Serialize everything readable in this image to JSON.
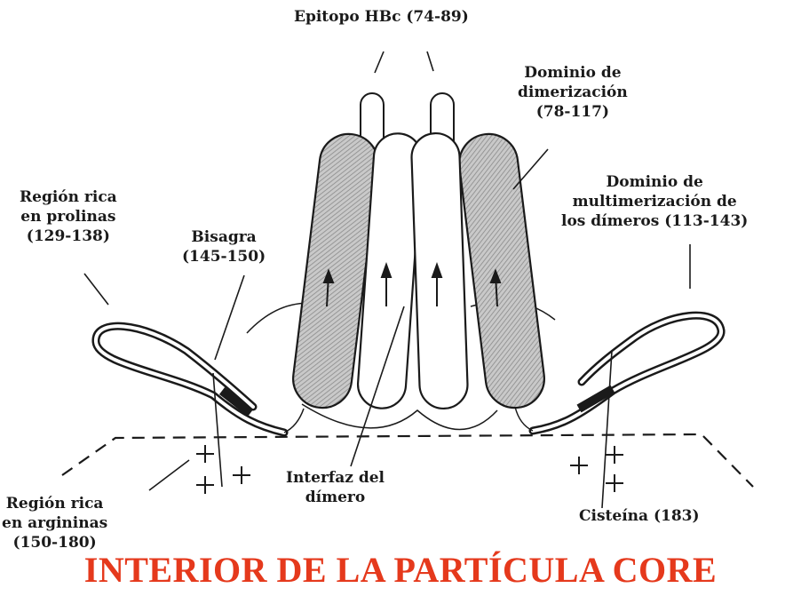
{
  "labels": {
    "epitopo": "Epitopo HBc (74-89)",
    "dimerizacion": [
      "Dominio de",
      "dimerización",
      "(78-117)"
    ],
    "multimerizacion": [
      "Dominio de",
      "multimerización de",
      "los dímeros (113-143)"
    ],
    "prolinas": [
      "Región rica",
      "en prolinas",
      "(129-138)"
    ],
    "bisagra": [
      "Bisagra",
      "(145-150)"
    ],
    "interfaz": [
      "Interfaz del",
      "dímero"
    ],
    "argininas": [
      "Región rica",
      "en argininas",
      "(150-180)"
    ],
    "cisteina": "Cisteína (183)"
  },
  "title": "INTERIOR DE LA PARTÍCULA CORE",
  "colors": {
    "title": "#e5391c",
    "ink": "#1a1a1a",
    "hatch": "#9a9a9a"
  }
}
